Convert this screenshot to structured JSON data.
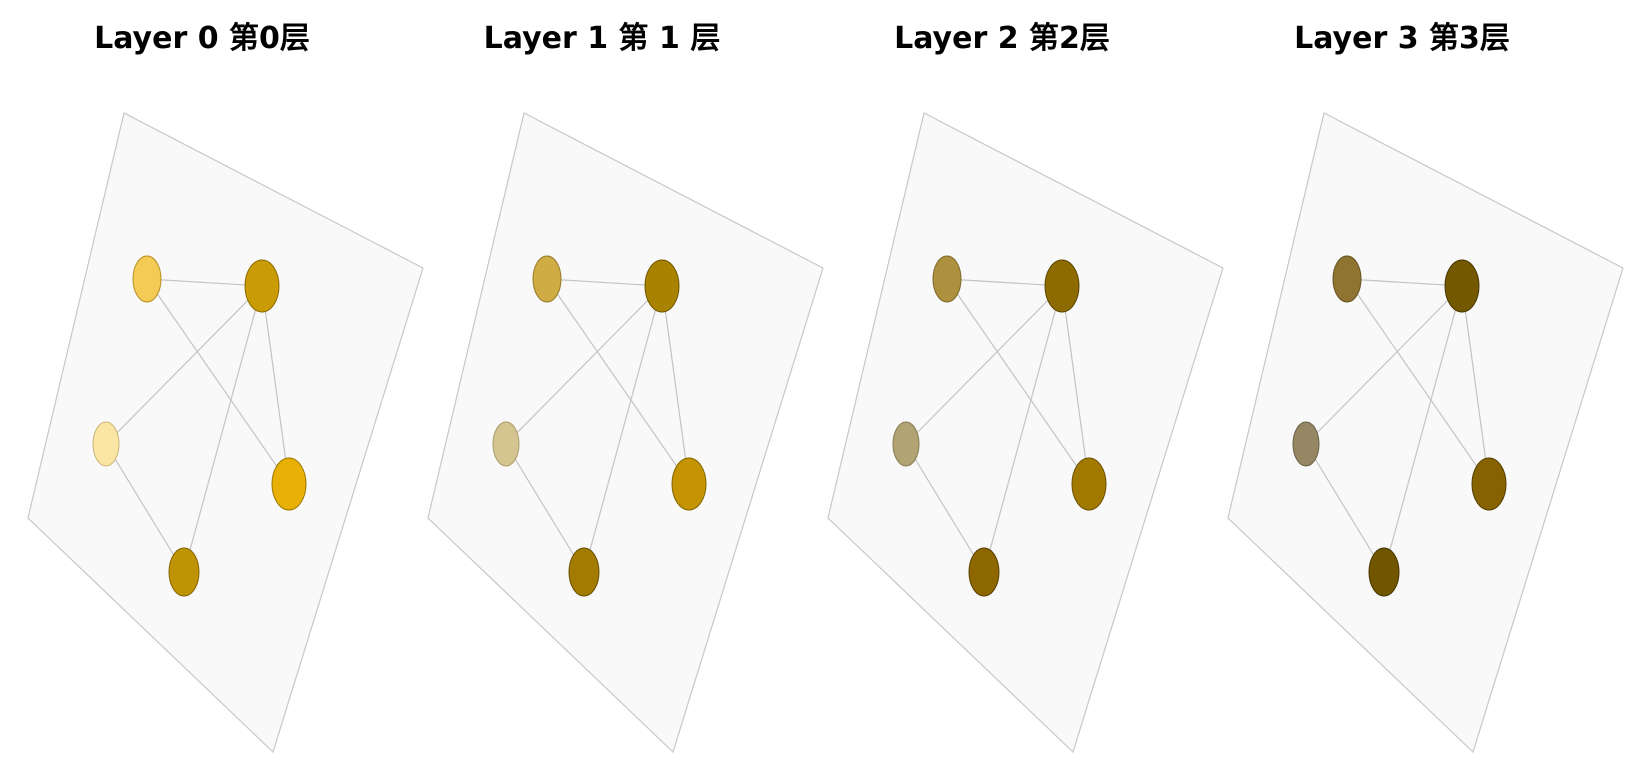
{
  "layers": [
    {
      "title": "Layer 0 第0层",
      "node_fills": [
        "#f4cc55",
        "#c99c06",
        "#fbe5a4",
        "#e8b004",
        "#c09304"
      ],
      "node_strokes": [
        "#b58f20",
        "#8a6a00",
        "#c9b478",
        "#9b7700",
        "#866600"
      ]
    },
    {
      "title": "Layer 1 第 1 层",
      "node_fills": [
        "#cfac44",
        "#a98200",
        "#d4c48f",
        "#c49402",
        "#a37b00"
      ],
      "node_strokes": [
        "#967a2a",
        "#6f5500",
        "#a99a6a",
        "#846300",
        "#6a5000"
      ]
    },
    {
      "title": "Layer 2 第2层",
      "node_fills": [
        "#ae913e",
        "#8e6b00",
        "#b2a373",
        "#a37a00",
        "#8d6800"
      ],
      "node_strokes": [
        "#7d682a",
        "#5a4500",
        "#877a50",
        "#6a5000",
        "#574000"
      ]
    },
    {
      "title": "Layer 3 第3层",
      "node_fills": [
        "#8f7431",
        "#735800",
        "#958763",
        "#866300",
        "#725500"
      ],
      "node_strokes": [
        "#66521f",
        "#473500",
        "#6a5f43",
        "#543e00",
        "#463400"
      ]
    }
  ],
  "graph": {
    "edges": [
      [
        0,
        1
      ],
      [
        0,
        3
      ],
      [
        1,
        2
      ],
      [
        1,
        3
      ],
      [
        1,
        4
      ],
      [
        2,
        4
      ]
    ]
  }
}
